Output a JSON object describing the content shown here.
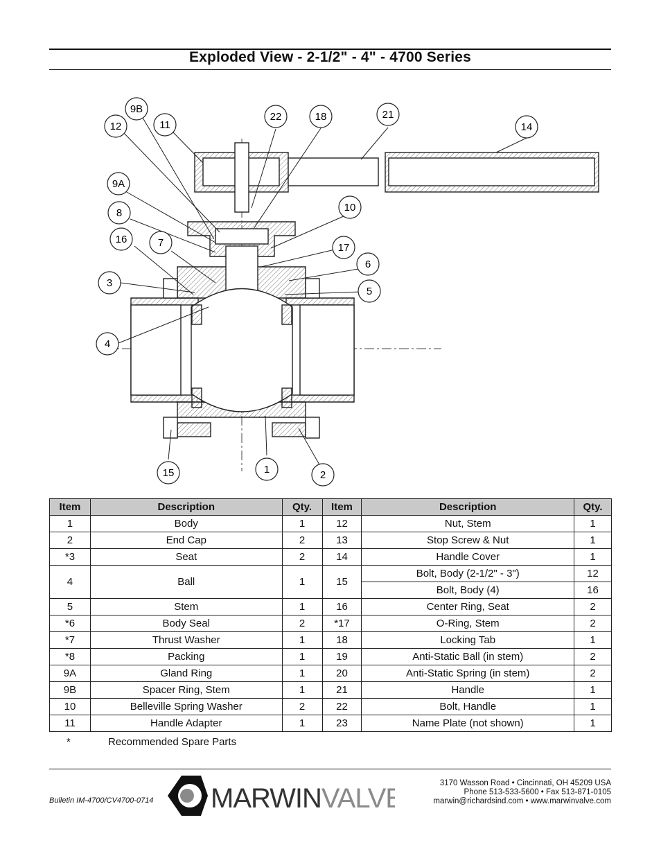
{
  "title": "Exploded View - 2-1/2\" - 4\" - 4700 Series",
  "callouts": [
    "9B",
    "12",
    "11",
    "22",
    "18",
    "21",
    "14",
    "9A",
    "10",
    "8",
    "16",
    "7",
    "17",
    "6",
    "3",
    "5",
    "4",
    "15",
    "1",
    "2"
  ],
  "table": {
    "headers": [
      "Item",
      "Description",
      "Qty.",
      "Item",
      "Description",
      "Qty."
    ],
    "left": [
      {
        "item": "1",
        "desc": "Body",
        "qty": "1"
      },
      {
        "item": "2",
        "desc": "End Cap",
        "qty": "2"
      },
      {
        "item": "*3",
        "desc": "Seat",
        "qty": "2"
      },
      {
        "item": "4",
        "desc": "Ball",
        "qty": "1"
      },
      {
        "item": "5",
        "desc": "Stem",
        "qty": "1"
      },
      {
        "item": "*6",
        "desc": "Body Seal",
        "qty": "2"
      },
      {
        "item": "*7",
        "desc": "Thrust Washer",
        "qty": "1"
      },
      {
        "item": "*8",
        "desc": "Packing",
        "qty": "1"
      },
      {
        "item": "9A",
        "desc": "Gland Ring",
        "qty": "1"
      },
      {
        "item": "9B",
        "desc": "Spacer Ring, Stem",
        "qty": "1"
      },
      {
        "item": "10",
        "desc": "Belleville Spring Washer",
        "qty": "2"
      },
      {
        "item": "11",
        "desc": "Handle Adapter",
        "qty": "1"
      }
    ],
    "right": [
      {
        "item": "12",
        "desc": "Nut, Stem",
        "qty": "1"
      },
      {
        "item": "13",
        "desc": "Stop Screw & Nut",
        "qty": "1"
      },
      {
        "item": "14",
        "desc": "Handle Cover",
        "qty": "1"
      },
      {
        "item": "15",
        "desc": "Bolt, Body (2-1/2\" - 3\")",
        "qty": "12",
        "desc2": "Bolt, Body (4)",
        "qty2": "16"
      },
      {
        "item": "16",
        "desc": "Center Ring, Seat",
        "qty": "2"
      },
      {
        "item": "*17",
        "desc": "O-Ring, Stem",
        "qty": "2"
      },
      {
        "item": "18",
        "desc": "Locking Tab",
        "qty": "1"
      },
      {
        "item": "19",
        "desc": "Anti-Static Ball (in stem)",
        "qty": "2"
      },
      {
        "item": "20",
        "desc": "Anti-Static Spring (in stem)",
        "qty": "2"
      },
      {
        "item": "21",
        "desc": "Handle",
        "qty": "1"
      },
      {
        "item": "22",
        "desc": "Bolt, Handle",
        "qty": "1"
      },
      {
        "item": "23",
        "desc": "Name Plate (not shown)",
        "qty": "1"
      }
    ]
  },
  "footnote": {
    "mark": "*",
    "text": "Recommended Spare Parts"
  },
  "footer": {
    "bulletin": "Bulletin IM-4700/CV4700-0714",
    "logo_bold": "MARWIN",
    "logo_light": "VALVE",
    "address": "3170 Wasson Road  •  Cincinnati, OH  45209  USA",
    "phone": "Phone 513-533-5600  •  Fax 513-871-0105",
    "web": "marwin@richardsind.com  •  www.marwinvalve.com"
  }
}
